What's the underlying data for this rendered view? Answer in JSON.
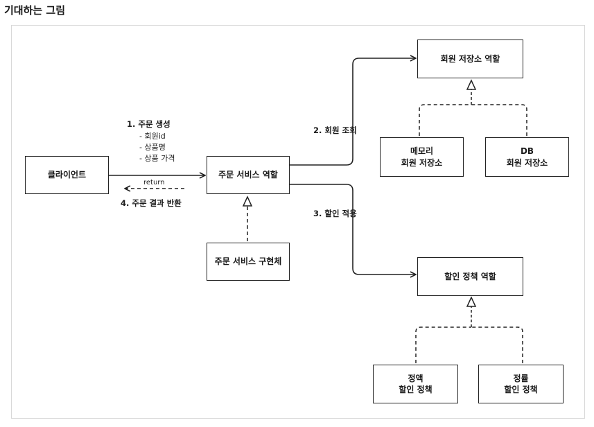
{
  "title": "기대하는 그림",
  "boxes": {
    "client": "클라이언트",
    "order_role": "주문 서비스 역할",
    "order_impl": "주문 서비스 구현체",
    "member_repo_role": "회원 저장소 역할",
    "memory_repo": [
      "메모리",
      "회원 저장소"
    ],
    "db_repo": [
      "DB",
      "회원 저장소"
    ],
    "discount_role": "할인 정책 역할",
    "fixed_discount": [
      "정액",
      "할인 정책"
    ],
    "rate_discount": [
      "정률",
      "할인 정책"
    ]
  },
  "labels": {
    "create_order": "1. 주문 생성",
    "create_order_items": [
      "- 회원id",
      "- 상품명",
      "- 상품 가격"
    ],
    "return": "return",
    "return_result": "4. 주문 결과 반환",
    "lookup_member": "2. 회원 조회",
    "apply_discount": "3. 할인 적용"
  }
}
